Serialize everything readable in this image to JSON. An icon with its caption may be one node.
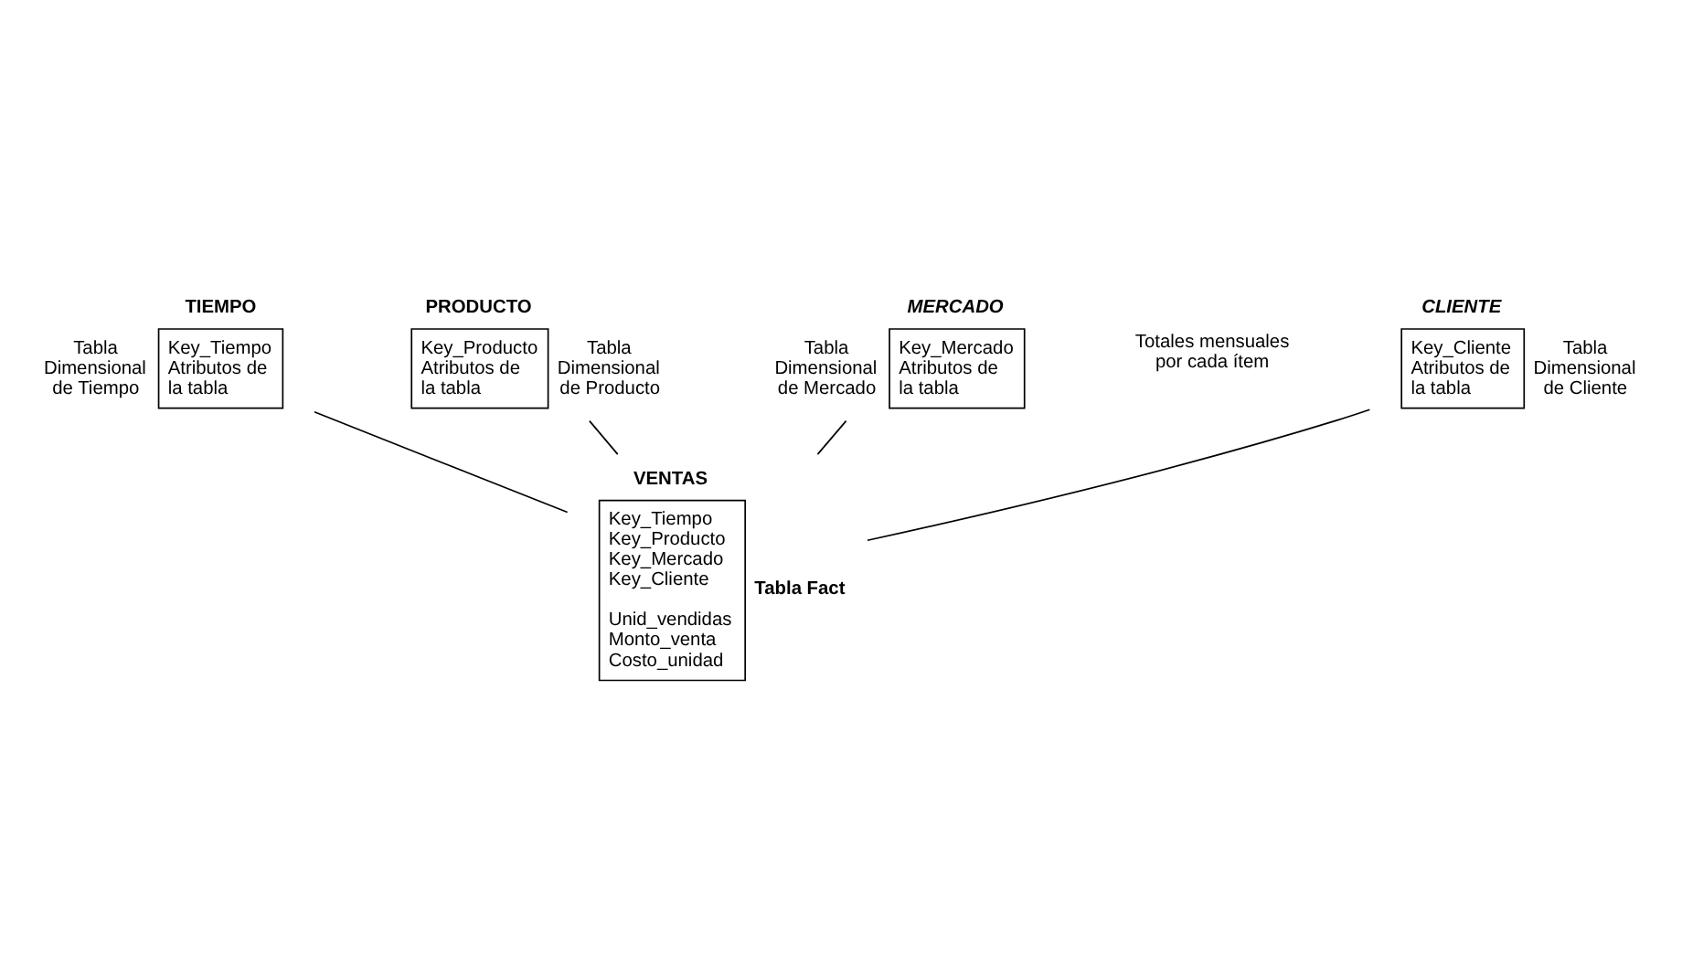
{
  "diagram": {
    "nodes": [
      {
        "text": [
          "TIEMPO",
          "Key_Tiempo Atributos de la tabla"
        ],
        "beside": [
          "Tabla Dimensional de Tiempo"
        ]
      },
      {
        "text": [
          "PRODUCTO",
          "Key_Producto Atributos de la tabla"
        ],
        "beside": [
          "Tabla Dimensional de Producto"
        ]
      },
      {
        "text": [
          "VENTAS",
          "Key_Tiempo Key_Producto Key_Mercado Key_Cliente",
          "Unid_vendidas Monto_venta Costo_unidad"
        ],
        "beside": [
          "Tabla Fact"
        ]
      },
      {
        "text": [
          "MERCADO",
          "Key_Mercado Atributos de la tabla"
        ],
        "beside": [
          "Tabla Dimensional de Mercado"
        ]
      },
      {
        "text": [
          "CLIENTE",
          "Key_Cliente Atributos de la tabla"
        ],
        "beside": [
          "Tabla Dimensional de Cliente"
        ]
      }
    ],
    "edges": [
      {
        "from": 0,
        "to": 2,
        "arrow": "none"
      },
      {
        "from": 1,
        "to": 2,
        "arrow": "none"
      },
      {
        "from": 3,
        "to": 2,
        "arrow": "none"
      },
      {
        "from": 4,
        "to": 2,
        "arrow": "none"
      }
    ],
    "labels": [
      "Totales mensuales por cada ítem"
    ]
  }
}
